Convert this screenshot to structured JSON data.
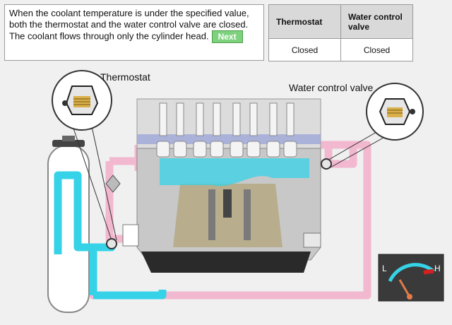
{
  "description": {
    "line1": "When the coolant temperature is under the specified value, both the thermostat and the water control valve are closed.",
    "line2": "The coolant flows through only the cylinder head.",
    "next_label": "Next"
  },
  "state_table": {
    "headers": [
      "Thermostat",
      "Water control valve"
    ],
    "values": [
      "Closed",
      "Closed"
    ]
  },
  "labels": {
    "thermostat": "Thermostat",
    "water_control_valve": "Water control valve"
  },
  "gauge": {
    "low_label": "L",
    "high_label": "H",
    "level": 0.1
  },
  "colors": {
    "coolant_active": "#36d3e8",
    "coolant_idle": "#f2b8cf",
    "next_button": "#7ed27e",
    "gauge_hot": "#d32020"
  }
}
